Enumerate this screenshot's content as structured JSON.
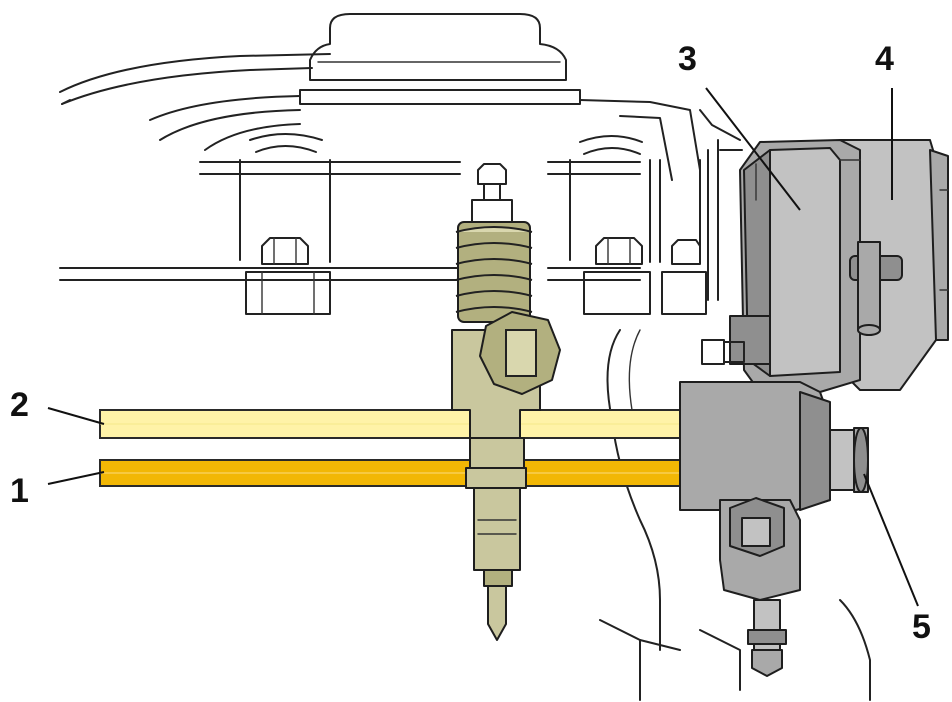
{
  "callouts": {
    "one": "1",
    "two": "2",
    "three": "3",
    "four": "4",
    "five": "5"
  },
  "colors": {
    "return_line": "#fff3a8",
    "supply_line": "#f2b705",
    "component_gray": "#a9a9a9",
    "injector_olive": "#c9c79e"
  }
}
